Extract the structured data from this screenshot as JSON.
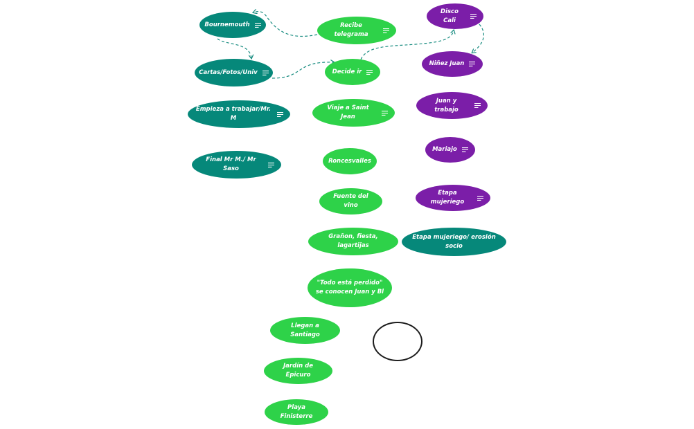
{
  "colors": {
    "teal": "#06887a",
    "green": "#2ed249",
    "purple": "#7b1ea8",
    "connector": "#188c80",
    "outline": "#1c1c1c"
  },
  "nodes": {
    "bournemouth": {
      "label": "Bournemouth",
      "has_note": true
    },
    "cartas": {
      "label": "Cartas/Fotos/Univ",
      "has_note": true
    },
    "empieza": {
      "label": "Empieza a trabajar/Mr. M",
      "has_note": true
    },
    "final": {
      "label": "Final Mr M./ Mr Saso",
      "has_note": true
    },
    "telegrama": {
      "label": "Recibe telegrama",
      "has_note": true
    },
    "decide": {
      "label": "Decide ir",
      "has_note": true
    },
    "viaje": {
      "label": "Viaje a Saint Jean",
      "has_note": true
    },
    "roncesvalles": {
      "label": "Roncesvalles",
      "has_note": false
    },
    "fuente": {
      "label": "Fuente del vino",
      "has_note": false
    },
    "granon": {
      "label": "Grañon, fiesta, lagartijas",
      "has_note": false
    },
    "perdido": {
      "label": "\"Todo está perdido\"\nse conocen Juan y Bl",
      "has_note": false
    },
    "santiago": {
      "label": "Llegan a Santiago",
      "has_note": false
    },
    "epicuro": {
      "label": "Jardín de Epicuro",
      "has_note": false
    },
    "finisterre": {
      "label": "Playa Finisterre",
      "has_note": false
    },
    "disco": {
      "label": "Disco Cali",
      "has_note": true
    },
    "ninez": {
      "label": "Niñez Juan",
      "has_note": true
    },
    "juan_trabajo": {
      "label": "Juan y trabajo",
      "has_note": true
    },
    "mariajo": {
      "label": "Mariajo",
      "has_note": true
    },
    "mujeriego": {
      "label": "Etapa mujeriego",
      "has_note": true
    },
    "erosion": {
      "label": "Etapa mujeriego/ erosión socio",
      "has_note": false
    }
  }
}
